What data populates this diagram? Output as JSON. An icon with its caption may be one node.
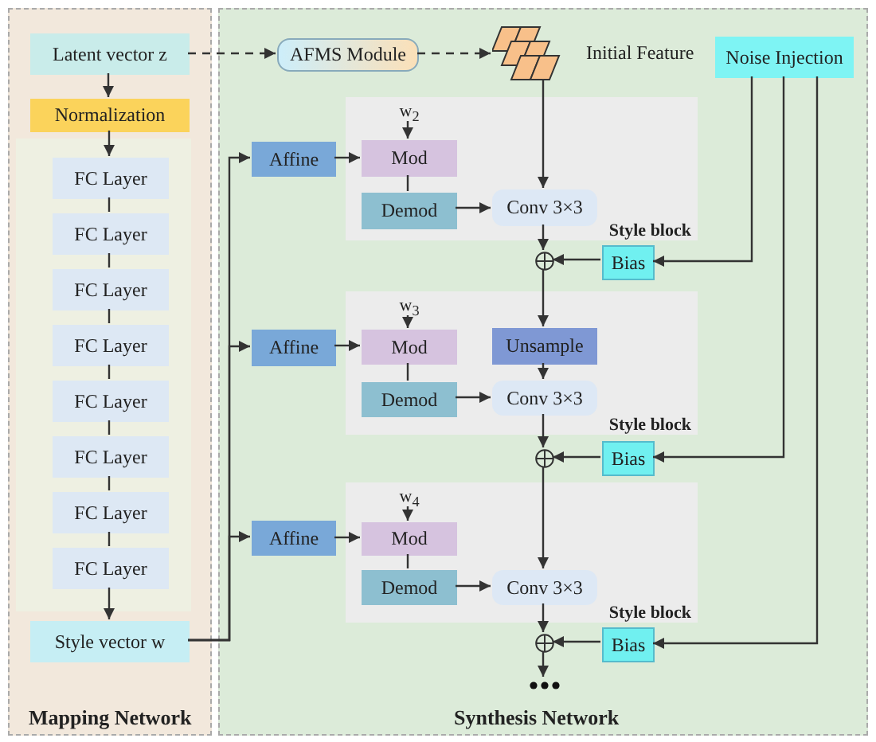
{
  "diagram": {
    "nodes": [
      {
        "text": [
          "Mapping Network"
        ]
      },
      {
        "text": [
          "Latent vector z"
        ],
        "in": 0
      },
      {
        "text": [
          "Normalization"
        ],
        "in": 0
      },
      {
        "text": [
          "FC Layer"
        ],
        "in": 0
      },
      {
        "text": [
          "FC Layer"
        ],
        "in": 0
      },
      {
        "text": [
          "FC Layer"
        ],
        "in": 0
      },
      {
        "text": [
          "FC Layer"
        ],
        "in": 0
      },
      {
        "text": [
          "FC Layer"
        ],
        "in": 0
      },
      {
        "text": [
          "FC Layer"
        ],
        "in": 0
      },
      {
        "text": [
          "FC Layer"
        ],
        "in": 0
      },
      {
        "text": [
          "FC Layer"
        ],
        "in": 0
      },
      {
        "text": [
          "Style vector w"
        ],
        "in": 0
      },
      {
        "text": [
          "Synthesis Network"
        ]
      },
      {
        "text": [
          "AFMS Module"
        ],
        "in": 12
      },
      {
        "text": [
          "Initial Feature"
        ],
        "in": 12
      },
      {
        "text": [
          "Noise Injection"
        ],
        "in": 12
      },
      {
        "text": [
          "Style block"
        ],
        "in": 12
      },
      {
        "text": [
          "w$_{2}$"
        ],
        "in": 16
      },
      {
        "text": [
          "Affine"
        ],
        "in": 12
      },
      {
        "text": [
          "Mod"
        ],
        "in": 16
      },
      {
        "text": [
          "Demod"
        ],
        "in": 16
      },
      {
        "text": [
          "Conv 3×3"
        ],
        "in": 16
      },
      {
        "text": [],
        "shape": "circle",
        "in": 12
      },
      {
        "text": [
          "Bias"
        ],
        "in": 12
      },
      {
        "text": [
          "Style block"
        ],
        "in": 12
      },
      {
        "text": [
          "w$_{3}$"
        ],
        "in": 24
      },
      {
        "text": [
          "Affine"
        ],
        "in": 12
      },
      {
        "text": [
          "Mod"
        ],
        "in": 24
      },
      {
        "text": [
          "Demod"
        ],
        "in": 24
      },
      {
        "text": [
          "Unsample"
        ],
        "in": 24
      },
      {
        "text": [
          "Conv 3×3"
        ],
        "in": 24
      },
      {
        "text": [],
        "shape": "circle",
        "in": 12
      },
      {
        "text": [
          "Bias"
        ],
        "in": 12
      },
      {
        "text": [
          "Style block"
        ],
        "in": 12
      },
      {
        "text": [
          "w$_{4}$"
        ],
        "in": 33
      },
      {
        "text": [
          "Affine"
        ],
        "in": 12
      },
      {
        "text": [
          "Mod"
        ],
        "in": 33
      },
      {
        "text": [
          "Demod"
        ],
        "in": 33
      },
      {
        "text": [
          "Conv 3×3"
        ],
        "in": 33
      },
      {
        "text": [],
        "shape": "circle",
        "in": 12
      },
      {
        "text": [
          "Bias"
        ],
        "in": 12
      },
      {
        "text": [],
        "shape": "dots",
        "in": 12
      }
    ],
    "edges": [
      {
        "from": 1,
        "to": 2,
        "arrow": "to"
      },
      {
        "from": 2,
        "to": 3,
        "arrow": "to"
      },
      {
        "from": 3,
        "to": 4,
        "arrow": "none"
      },
      {
        "from": 4,
        "to": 5,
        "arrow": "none"
      },
      {
        "from": 5,
        "to": 6,
        "arrow": "none"
      },
      {
        "from": 6,
        "to": 7,
        "arrow": "none"
      },
      {
        "from": 7,
        "to": 8,
        "arrow": "none"
      },
      {
        "from": 8,
        "to": 9,
        "arrow": "none"
      },
      {
        "from": 9,
        "to": 10,
        "arrow": "none"
      },
      {
        "from": 10,
        "to": 11,
        "arrow": "to"
      },
      {
        "from": 1,
        "to": 13,
        "arrow": "to",
        "style": "dashed"
      },
      {
        "from": 13,
        "to": 14,
        "arrow": "to",
        "style": "dashed"
      },
      {
        "from": 11,
        "to": 18,
        "arrow": "to"
      },
      {
        "from": 11,
        "to": 26,
        "arrow": "to"
      },
      {
        "from": 11,
        "to": 35,
        "arrow": "to"
      },
      {
        "from": 18,
        "to": 19,
        "arrow": "to"
      },
      {
        "from": 17,
        "to": 19,
        "arrow": "to"
      },
      {
        "from": 19,
        "to": 20,
        "arrow": "none"
      },
      {
        "from": 20,
        "to": 21,
        "arrow": "to"
      },
      {
        "from": 14,
        "to": 21,
        "arrow": "to"
      },
      {
        "from": 21,
        "to": 22,
        "arrow": "to"
      },
      {
        "from": 23,
        "to": 22,
        "arrow": "to"
      },
      {
        "from": 15,
        "to": 23,
        "arrow": "to"
      },
      {
        "from": 22,
        "to": 29,
        "arrow": "to"
      },
      {
        "from": 29,
        "to": 30,
        "arrow": "to"
      },
      {
        "from": 26,
        "to": 27,
        "arrow": "to"
      },
      {
        "from": 25,
        "to": 27,
        "arrow": "to"
      },
      {
        "from": 27,
        "to": 28,
        "arrow": "none"
      },
      {
        "from": 28,
        "to": 30,
        "arrow": "to"
      },
      {
        "from": 30,
        "to": 31,
        "arrow": "to"
      },
      {
        "from": 32,
        "to": 31,
        "arrow": "to"
      },
      {
        "from": 15,
        "to": 32,
        "arrow": "to"
      },
      {
        "from": 31,
        "to": 38,
        "arrow": "to"
      },
      {
        "from": 35,
        "to": 36,
        "arrow": "to"
      },
      {
        "from": 34,
        "to": 36,
        "arrow": "to"
      },
      {
        "from": 36,
        "to": 37,
        "arrow": "none"
      },
      {
        "from": 37,
        "to": 38,
        "arrow": "to"
      },
      {
        "from": 38,
        "to": 39,
        "arrow": "to"
      },
      {
        "from": 40,
        "to": 39,
        "arrow": "to"
      },
      {
        "from": 15,
        "to": 40,
        "arrow": "to"
      },
      {
        "from": 39,
        "to": 41,
        "arrow": "to"
      }
    ]
  }
}
